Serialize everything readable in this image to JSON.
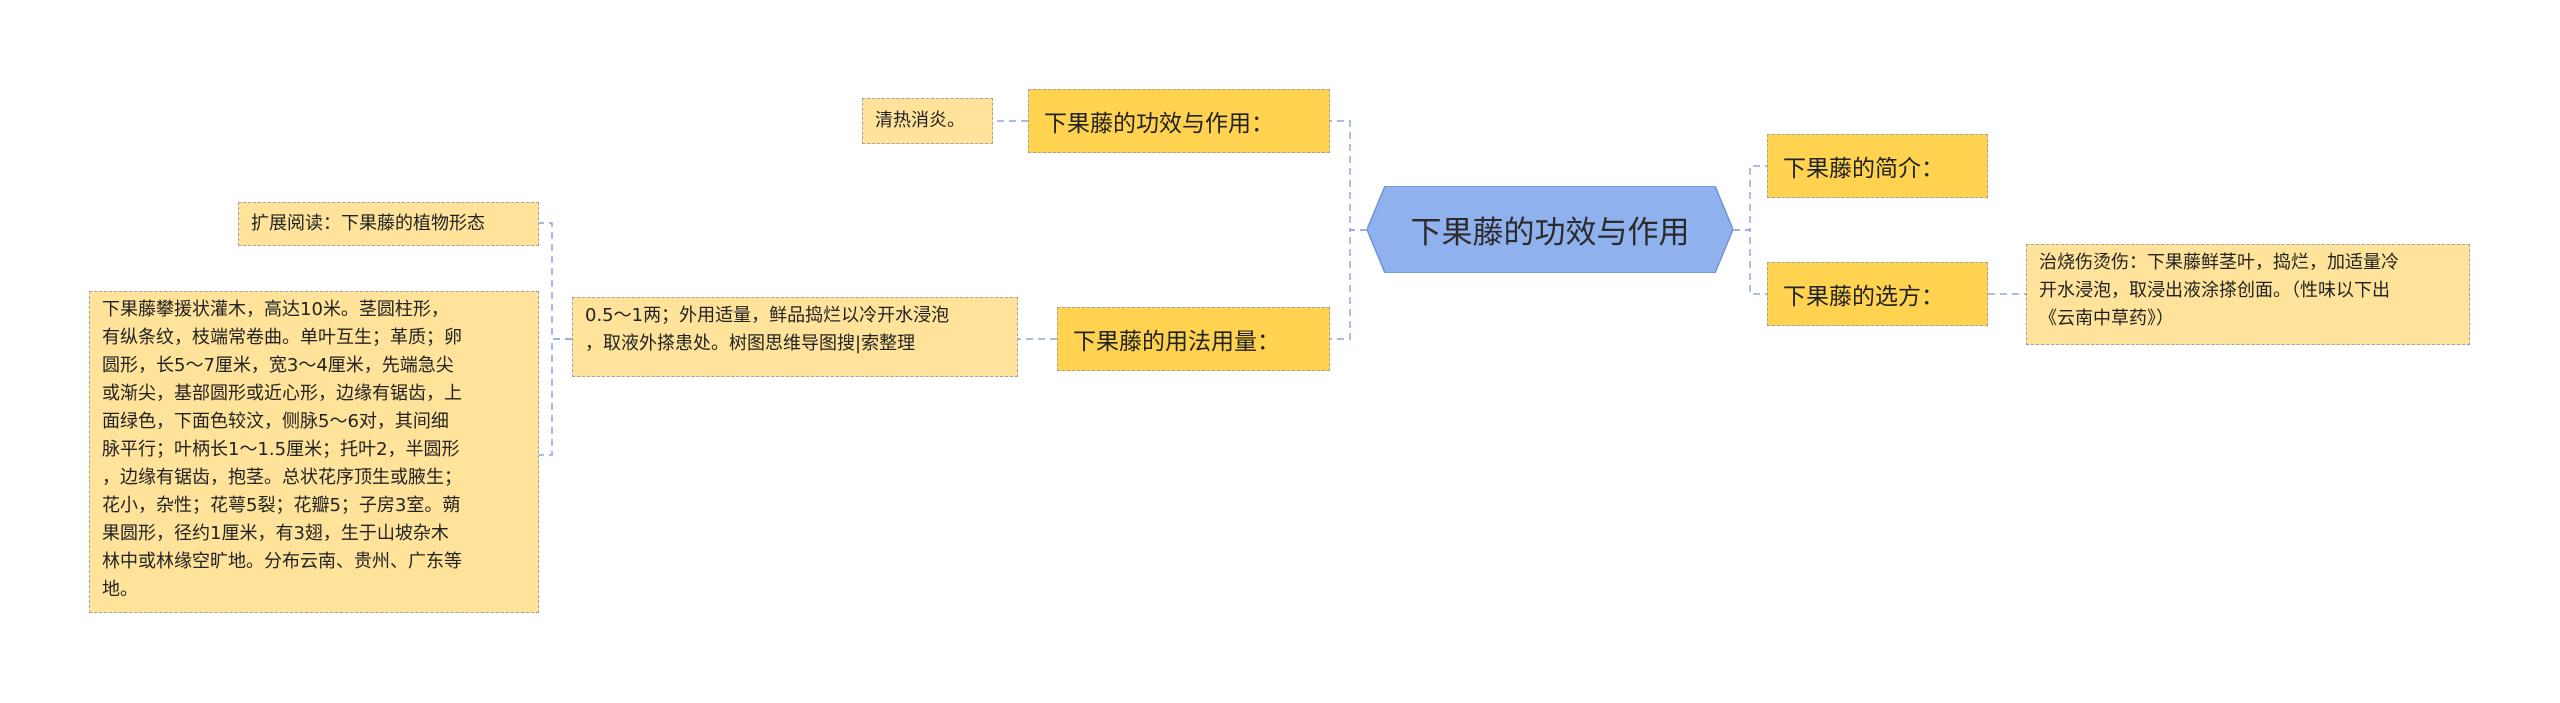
{
  "root": {
    "title": "下果藤的功效与作用"
  },
  "left": [
    {
      "label": "下果藤的功效与作用：",
      "leaf": "清热消炎。"
    },
    {
      "label": "下果藤的用法用量：",
      "leaf": "0.5～1两；外用适量，鲜品捣烂以冷开水浸泡\n，取液外搽患处。树图思维导图搜|索整理",
      "sub_label": "扩展阅读：下果藤的植物形态",
      "sub_text": "下果藤攀援状灌木，高达10米。茎圆柱形，\n有纵条纹，枝端常卷曲。单叶互生；革质；卵\n圆形，长5～7厘米，宽3～4厘米，先端急尖\n或渐尖，基部圆形或近心形，边缘有锯齿，上\n面绿色，下面色较汶，侧脉5～6对，其间细\n脉平行；叶柄长1～1.5厘米；托叶2，半圆形\n，边缘有锯齿，抱茎。总状花序顶生或腋生；\n花小，杂性；花萼5裂；花瓣5；子房3室。蒴\n果圆形，径约1厘米，有3翅，生于山坡杂木\n林中或林缘空旷地。分布云南、贵州、广东等\n地。"
    }
  ],
  "right": [
    {
      "label": "下果藤的简介："
    },
    {
      "label": "下果藤的选方：",
      "leaf": "治烧伤烫伤：下果藤鲜茎叶，捣烂，加适量冷\n开水浸泡，取浸出液涂搽创面。（性味以下出\n《云南中草药》）"
    }
  ],
  "colors": {
    "root_fill": "#8fb1ee",
    "branch_fill": "#ffd24f",
    "leaf_fill": "#ffe39a",
    "connector": "#8aa7df"
  }
}
